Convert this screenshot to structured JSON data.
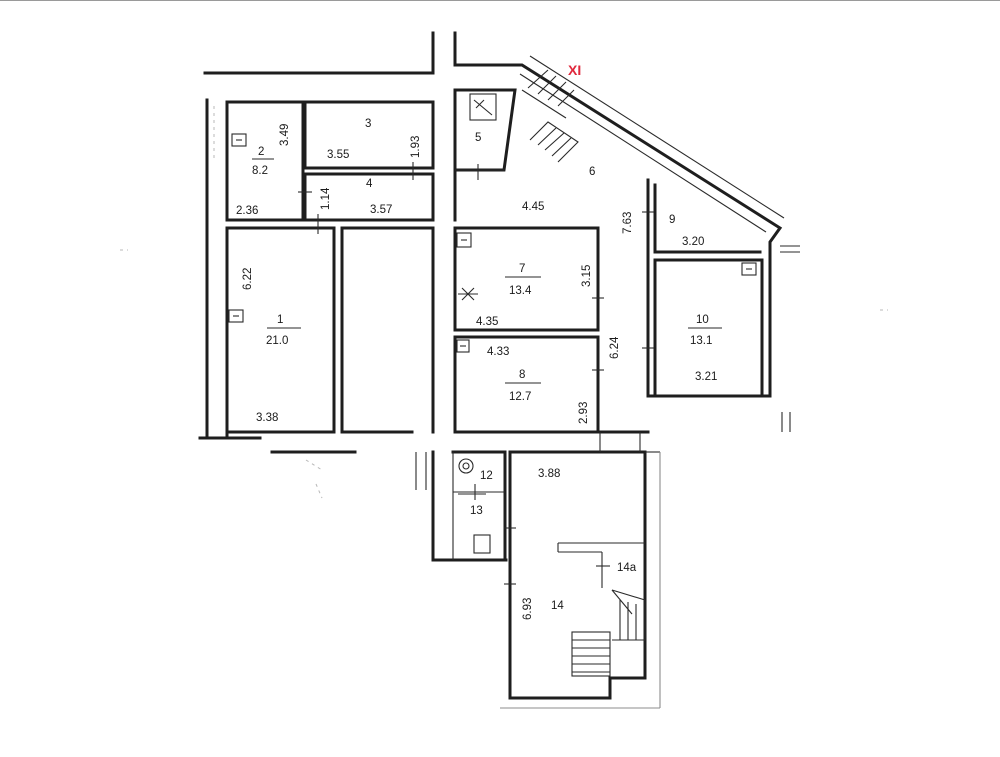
{
  "section_label": "XI",
  "rooms": [
    {
      "id": "room-1",
      "number": "1",
      "area": "21.0"
    },
    {
      "id": "room-2",
      "number": "2",
      "area": "8.2"
    },
    {
      "id": "room-3",
      "number": "3"
    },
    {
      "id": "room-4",
      "number": "4"
    },
    {
      "id": "room-5",
      "number": "5"
    },
    {
      "id": "room-6",
      "number": "6"
    },
    {
      "id": "room-7",
      "number": "7",
      "area": "13.4"
    },
    {
      "id": "room-8",
      "number": "8",
      "area": "12.7"
    },
    {
      "id": "room-9",
      "number": "9"
    },
    {
      "id": "room-10",
      "number": "10",
      "area": "13.1"
    },
    {
      "id": "room-12",
      "number": "12"
    },
    {
      "id": "room-13",
      "number": "13"
    },
    {
      "id": "room-14",
      "number": "14"
    },
    {
      "id": "room-14a",
      "number": "14a"
    }
  ],
  "dimensions": [
    "3.49",
    "2.36",
    "3.55",
    "1.93",
    "1.14",
    "3.57",
    "4.45",
    "7.63",
    "3.20",
    "6.22",
    "3.38",
    "3.15",
    "4.35",
    "4.33",
    "6.24",
    "2.93",
    "3.21",
    "3.88",
    "6.93"
  ]
}
